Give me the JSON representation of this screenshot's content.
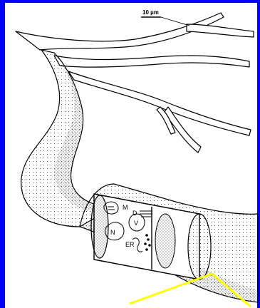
{
  "figure": {
    "scale_bar_label": "10 µm",
    "organelle_labels": {
      "mitochondrion": "M",
      "nucleus": "N",
      "dictyosome": "D",
      "vacuole": "V",
      "endoplasmic_reticulum": "ER"
    }
  },
  "colors": {
    "frame_edge": "#0000ff",
    "overlay_outline": "#ffff00",
    "ink": "#000000"
  }
}
